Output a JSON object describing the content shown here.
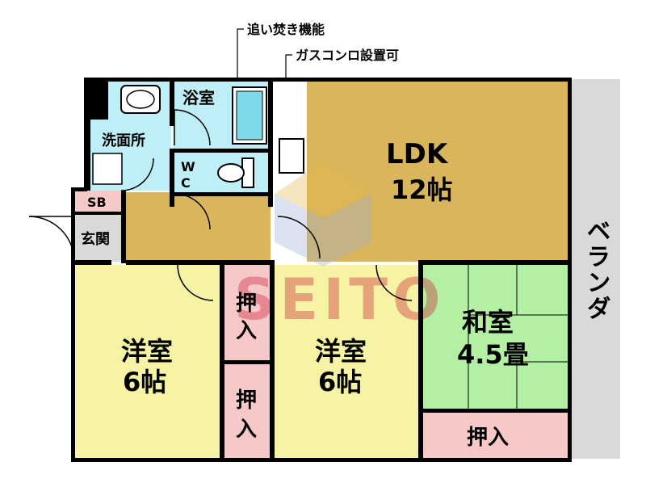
{
  "colors": {
    "ldk": "#d9b55b",
    "yoshitsu": "#f6f3a4",
    "washitsu": "#b4f0a4",
    "oshiire": "#f7c8c8",
    "wet": "#bfeff6",
    "hall": "#d9b55b",
    "genkan": "#d9d9d9",
    "veranda": "#d9d9d9",
    "wall": "#000000",
    "watermark": "#c8102e"
  },
  "annotations": {
    "oidaki": "追い焚き機能",
    "gas_stove": "ガスコンロ設置可"
  },
  "rooms": {
    "ldk_name": "LDK",
    "ldk_size": "12帖",
    "bath": "浴室",
    "washroom": "洗面所",
    "wc_w": "W",
    "wc_c": "C",
    "sb": "SB",
    "genkan": "玄関",
    "yoshitsu_left_name": "洋室",
    "yoshitsu_left_size": "6帖",
    "yoshitsu_right_name": "洋室",
    "yoshitsu_right_size": "6帖",
    "washitsu_name": "和室",
    "washitsu_size": "4.5畳",
    "oshiire_1_a": "押",
    "oshiire_1_b": "入",
    "oshiire_2_a": "押",
    "oshiire_2_b": "入",
    "oshiire_3": "押入",
    "veranda": "ベランダ"
  },
  "watermark": {
    "text": "SEITO"
  },
  "icons": [
    "house-logo-icon",
    "bathtub-icon",
    "toilet-icon",
    "washbasin-icon",
    "stove-icon"
  ]
}
